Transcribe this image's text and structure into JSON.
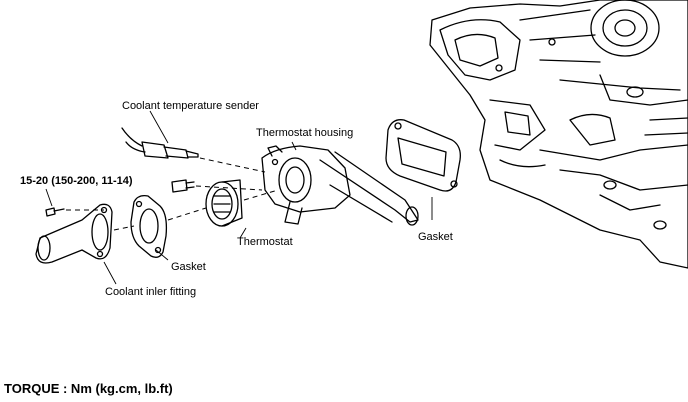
{
  "labels": {
    "coolant_sender": "Coolant temperature sender",
    "thermostat_housing": "Thermostat housing",
    "torque_spec": "15-20 (150-200, 11-14)",
    "thermostat": "Thermostat",
    "gasket_right": "Gasket",
    "gasket_left": "Gasket",
    "inlet_fitting": "Coolant inler fitting"
  },
  "footer": {
    "torque_units": "TORQUE : Nm (kg.cm, lb.ft)"
  }
}
